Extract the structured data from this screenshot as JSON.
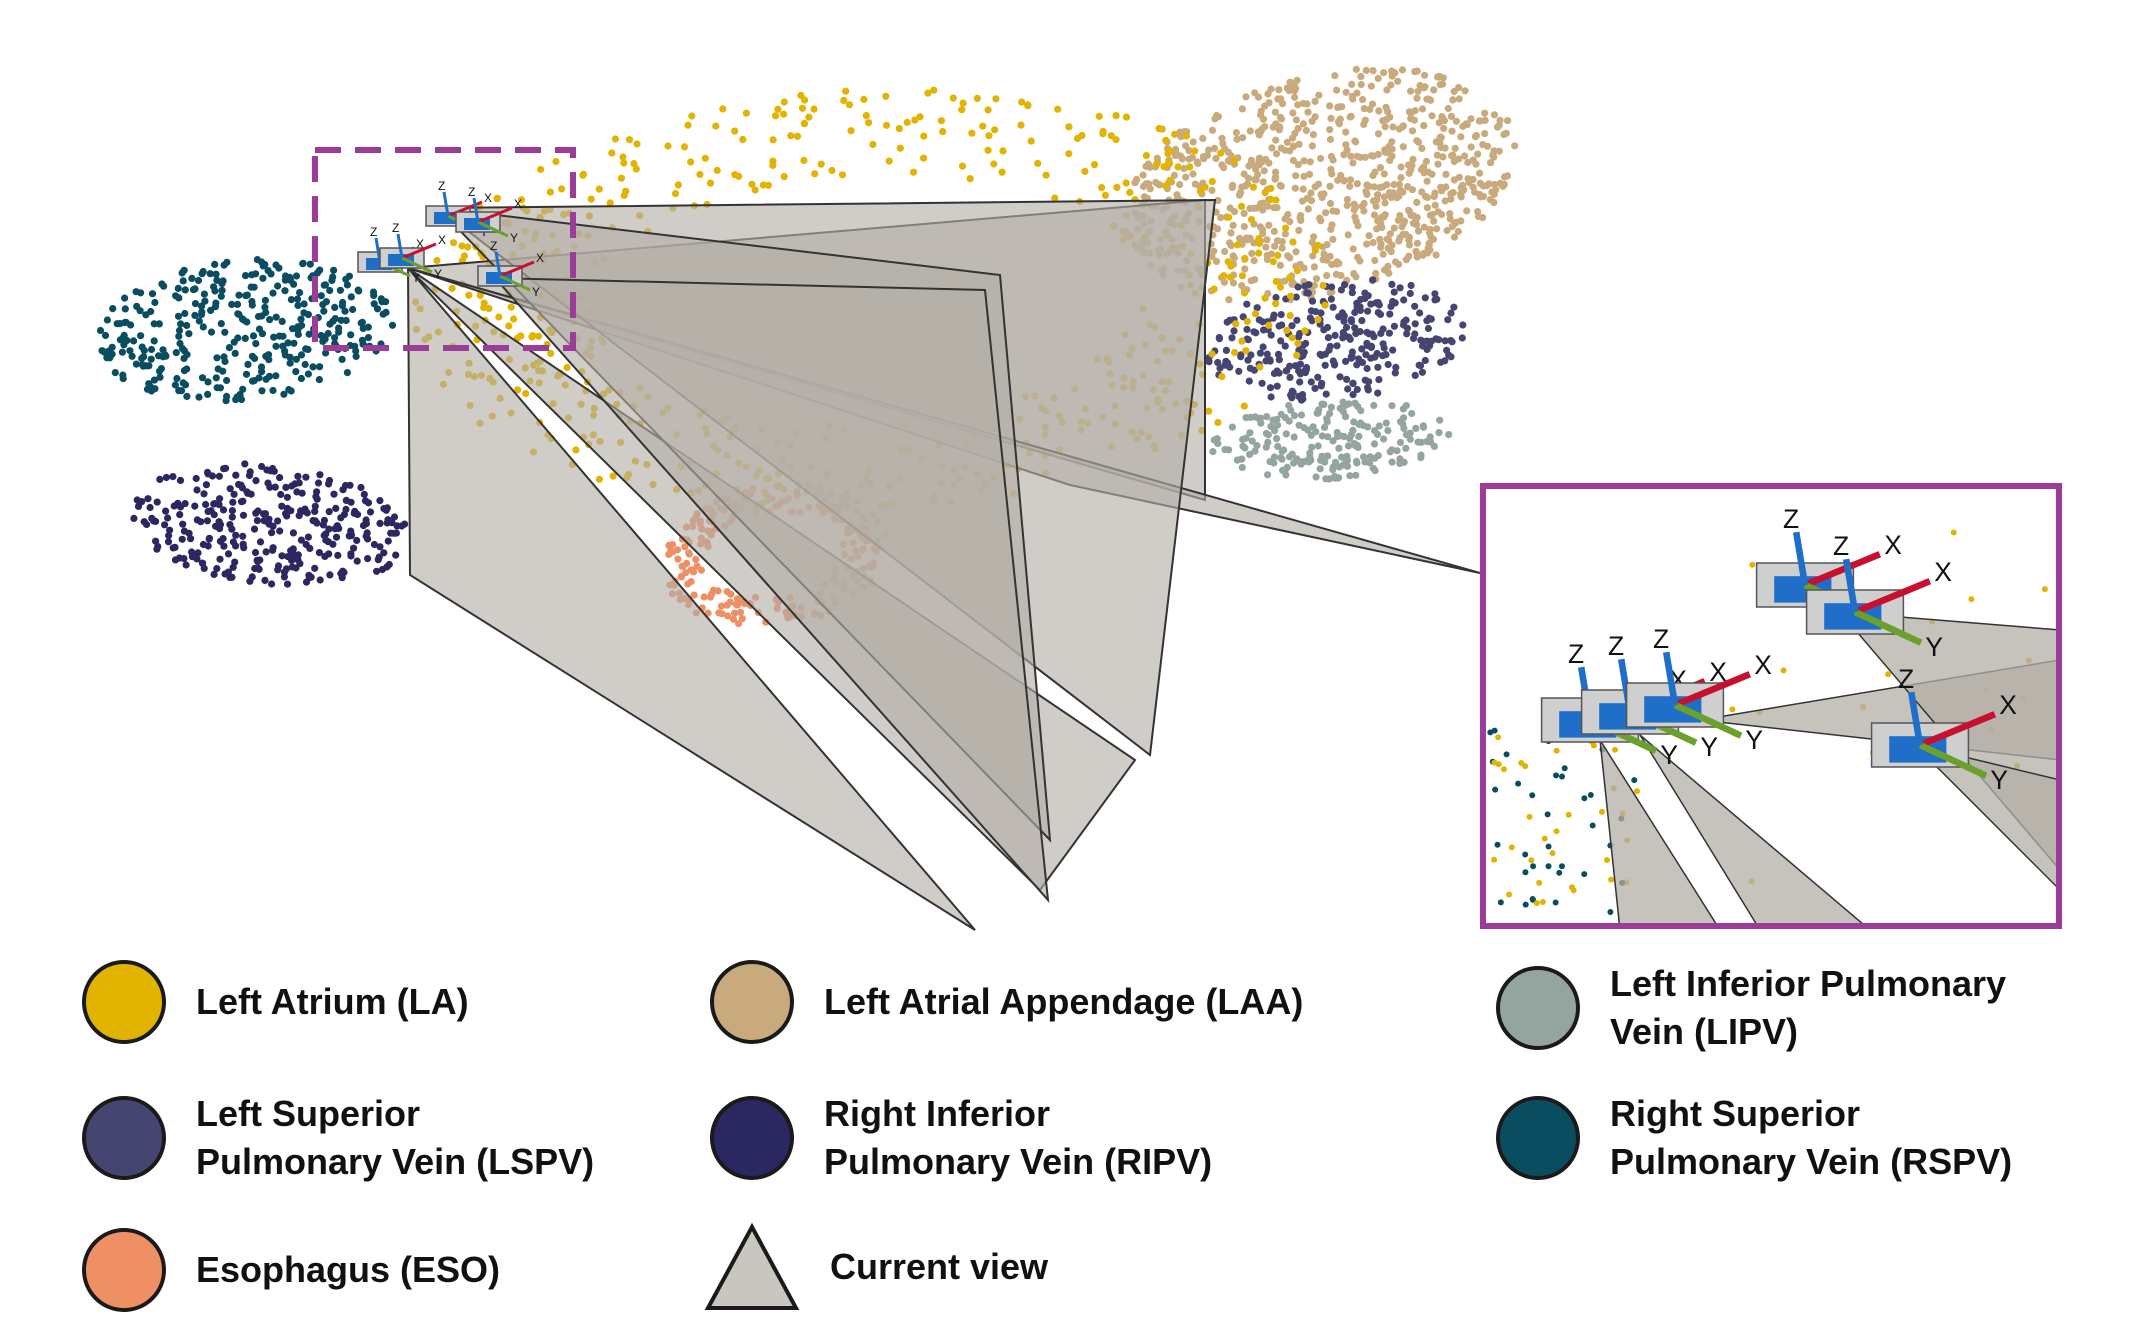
{
  "legend": [
    {
      "id": "la",
      "label": "Left Atrium (LA)",
      "color": "#E2B300"
    },
    {
      "id": "laa",
      "label": "Left Atrial Appendage (LAA)",
      "color": "#C8AA7C"
    },
    {
      "id": "lipv",
      "label": "Left Inferior Pulmonary\nVein (LIPV)",
      "color": "#93A59E"
    },
    {
      "id": "lspv",
      "label": "Left Superior\nPulmonary Vein (LSPV)",
      "color": "#444570"
    },
    {
      "id": "ripv",
      "label": "Right Inferior\nPulmonary Vein (RIPV)",
      "color": "#2B2760"
    },
    {
      "id": "rspv",
      "label": "Right Superior\nPulmonary Vein (RSPV)",
      "color": "#0A4D61"
    },
    {
      "id": "eso",
      "label": "Esophagus (ESO)",
      "color": "#EE8F64"
    },
    {
      "id": "view",
      "label": "Current view",
      "color": "#C9C6C0"
    }
  ],
  "axis_labels": {
    "x": "X",
    "y": "Y",
    "z": "Z"
  },
  "colors": {
    "frustum_fill": "#B3AEA6",
    "frustum_stroke": "#333333",
    "highlight_box": "#9B3D98",
    "axis_x": "#C8102E",
    "axis_y": "#6AA02B",
    "axis_z": "#1F6FC8"
  }
}
